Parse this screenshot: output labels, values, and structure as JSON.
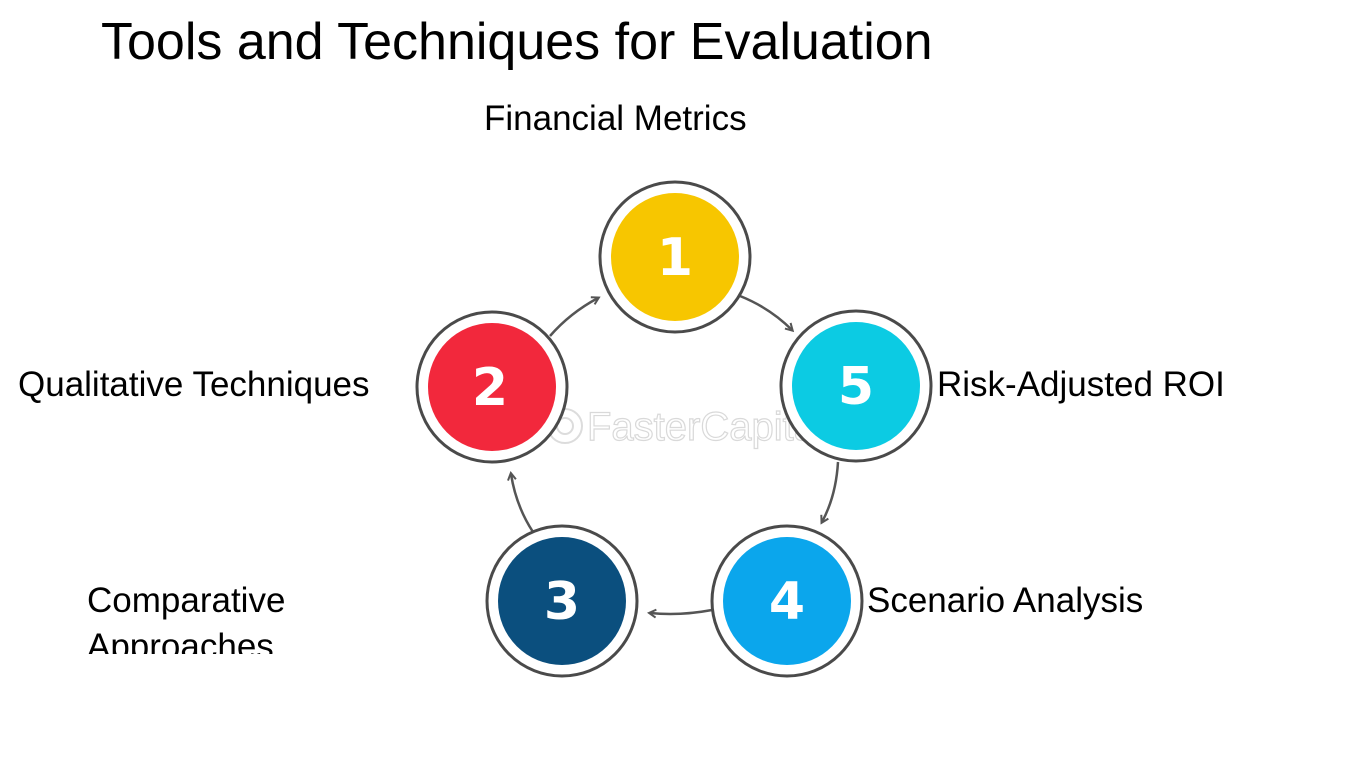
{
  "title": "Tools and Techniques for Evaluation",
  "watermark": "FasterCapital",
  "steps": [
    {
      "number": "1",
      "label": "Financial Metrics",
      "color": "#F7C600"
    },
    {
      "number": "2",
      "label": "Qualitative Techniques",
      "color": "#F2283C"
    },
    {
      "number": "3",
      "label": "Comparative Approaches",
      "label_line1": "Comparative",
      "label_line2": "Approaches",
      "color": "#0B4F7E"
    },
    {
      "number": "4",
      "label": "Scenario Analysis",
      "color": "#0BA6EC"
    },
    {
      "number": "5",
      "label": "Risk-Adjusted ROI",
      "color": "#0CCBE3"
    }
  ]
}
